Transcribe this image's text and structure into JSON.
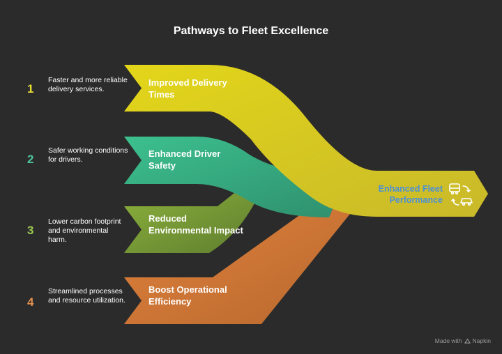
{
  "title": "Pathways to Fleet Excellence",
  "pathways": [
    {
      "number": "1",
      "description": "Faster and more reliable delivery services.",
      "label": "Improved Delivery Times",
      "color": "#e6d41a",
      "number_color": "#e8dc3a"
    },
    {
      "number": "2",
      "description": "Safer working conditions for drivers.",
      "label": "Enhanced Driver Safety",
      "color": "#3fb88f",
      "number_color": "#4fc59a"
    },
    {
      "number": "3",
      "description": "Lower carbon footprint and environmental harm.",
      "label": "Reduced Environmental Impact",
      "color": "#7fa33c",
      "number_color": "#9ccb4f"
    },
    {
      "number": "4",
      "description": "Streamlined processes and resource utilization.",
      "label": "Boost Operational Efficiency",
      "color": "#d0733a",
      "number_color": "#e0904c"
    }
  ],
  "target": {
    "label": "Enhanced Fleet Performance",
    "icon": "vehicle-swap-icon",
    "color": "#4a90d9"
  },
  "footer": {
    "text": "Made with",
    "brand": "Napkin",
    "icon": "napkin-logo-icon"
  }
}
